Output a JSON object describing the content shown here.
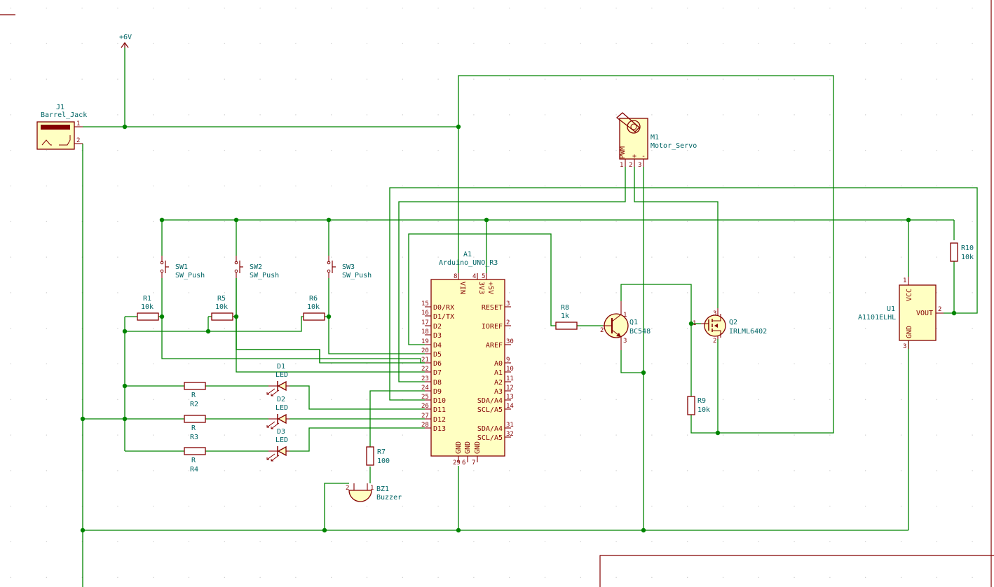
{
  "colors": {
    "wire": "#008400",
    "symbol": "#840000",
    "fill": "#ffffc2",
    "reference": "#006464",
    "frame": "#840000"
  },
  "power": {
    "label": "+6V"
  },
  "J1": {
    "ref": "J1",
    "value": "Barrel_Jack",
    "pin1": "1",
    "pin2": "2"
  },
  "M1": {
    "ref": "M1",
    "value": "Motor_Servo",
    "pwm": "PWM",
    "plus": "+",
    "minus": "-",
    "pin1": "1",
    "pin2": "2",
    "pin3": "3"
  },
  "A1": {
    "ref": "A1",
    "value": "Arduino_UNO_R3",
    "top_pins": [
      {
        "name": "VIN",
        "num": "8"
      },
      {
        "name": "3V3",
        "num": "4"
      },
      {
        "name": "+5V",
        "num": "5"
      }
    ],
    "left_pins": [
      {
        "name": "D0/RX",
        "num": "15"
      },
      {
        "name": "D1/TX",
        "num": "16"
      },
      {
        "name": "D2",
        "num": "17"
      },
      {
        "name": "D3",
        "num": "18"
      },
      {
        "name": "D4",
        "num": "19"
      },
      {
        "name": "D5",
        "num": "20"
      },
      {
        "name": "D6",
        "num": "21"
      },
      {
        "name": "D7",
        "num": "22"
      },
      {
        "name": "D8",
        "num": "23"
      },
      {
        "name": "D9",
        "num": "24"
      },
      {
        "name": "D10",
        "num": "25"
      },
      {
        "name": "D11",
        "num": "26"
      },
      {
        "name": "D12",
        "num": "27"
      },
      {
        "name": "D13",
        "num": "28"
      }
    ],
    "right_pins": [
      {
        "name": "RESET",
        "num": "3"
      },
      {
        "name": "IOREF",
        "num": "2"
      },
      {
        "name": "AREF",
        "num": "30"
      },
      {
        "name": "A0",
        "num": "9"
      },
      {
        "name": "A1",
        "num": "10"
      },
      {
        "name": "A2",
        "num": "11"
      },
      {
        "name": "A3",
        "num": "12"
      },
      {
        "name": "SDA/A4",
        "num": "13"
      },
      {
        "name": "SCL/A5",
        "num": "14"
      },
      {
        "name": "SDA/A4",
        "num": "31"
      },
      {
        "name": "SCL/A5",
        "num": "32"
      }
    ],
    "bottom_pins": [
      {
        "name": "GND",
        "num": "29"
      },
      {
        "name": "GND",
        "num": "6"
      },
      {
        "name": "GND",
        "num": "7"
      }
    ]
  },
  "switches": [
    {
      "ref": "SW1",
      "value": "SW_Push"
    },
    {
      "ref": "SW2",
      "value": "SW_Push"
    },
    {
      "ref": "SW3",
      "value": "SW_Push"
    }
  ],
  "pullups": [
    {
      "ref": "R1",
      "value": "10k"
    },
    {
      "ref": "R5",
      "value": "10k"
    },
    {
      "ref": "R6",
      "value": "10k"
    }
  ],
  "leds": [
    {
      "ref": "D1",
      "value": "LED"
    },
    {
      "ref": "D2",
      "value": "LED"
    },
    {
      "ref": "D3",
      "value": "LED"
    }
  ],
  "led_resistors": [
    {
      "value": "R",
      "ref": "R2"
    },
    {
      "value": "R",
      "ref": "R3"
    },
    {
      "value": "R",
      "ref": "R4"
    }
  ],
  "R7": {
    "ref": "R7",
    "value": "100"
  },
  "BZ1": {
    "ref": "BZ1",
    "value": "Buzzer",
    "pin2": "2",
    "pin1": "1"
  },
  "R8": {
    "ref": "R8",
    "value": "1k"
  },
  "Q1": {
    "ref": "Q1",
    "value": "BC548",
    "pin1": "1",
    "pin2": "2",
    "pin3": "3"
  },
  "Q2": {
    "ref": "Q2",
    "value": "IRLML6402",
    "pin1": "1",
    "pin2": "2",
    "pin3": "3"
  },
  "R9": {
    "ref": "R9",
    "value": "10k"
  },
  "R10": {
    "ref": "R10",
    "value": "10k"
  },
  "U1": {
    "ref": "U1",
    "value": "A1101ELHL",
    "vcc": "VCC",
    "gnd": "GND",
    "vout": "VOUT",
    "pin1": "1",
    "pin2": "2",
    "pin3": "3"
  }
}
